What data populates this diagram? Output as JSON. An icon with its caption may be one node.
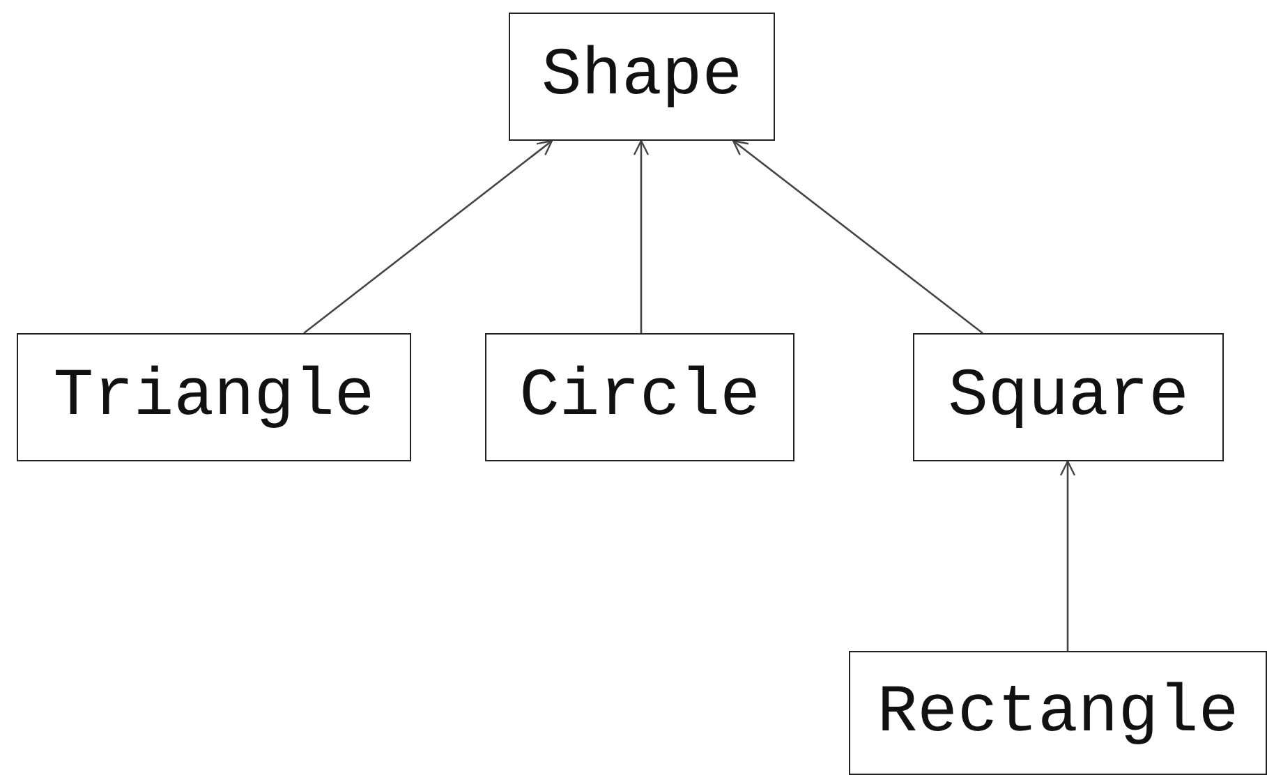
{
  "diagram": {
    "nodes": [
      {
        "text": [
          "Shape"
        ]
      },
      {
        "text": [
          "Triangle"
        ]
      },
      {
        "text": [
          "Circle"
        ]
      },
      {
        "text": [
          "Square"
        ]
      },
      {
        "text": [
          "Rectangle"
        ]
      }
    ],
    "edges": [
      {
        "from": 1,
        "to": 0,
        "arrow": "to"
      },
      {
        "from": 2,
        "to": 0,
        "arrow": "to"
      },
      {
        "from": 3,
        "to": 0,
        "arrow": "to"
      },
      {
        "from": 4,
        "to": 3,
        "arrow": "to"
      }
    ]
  }
}
